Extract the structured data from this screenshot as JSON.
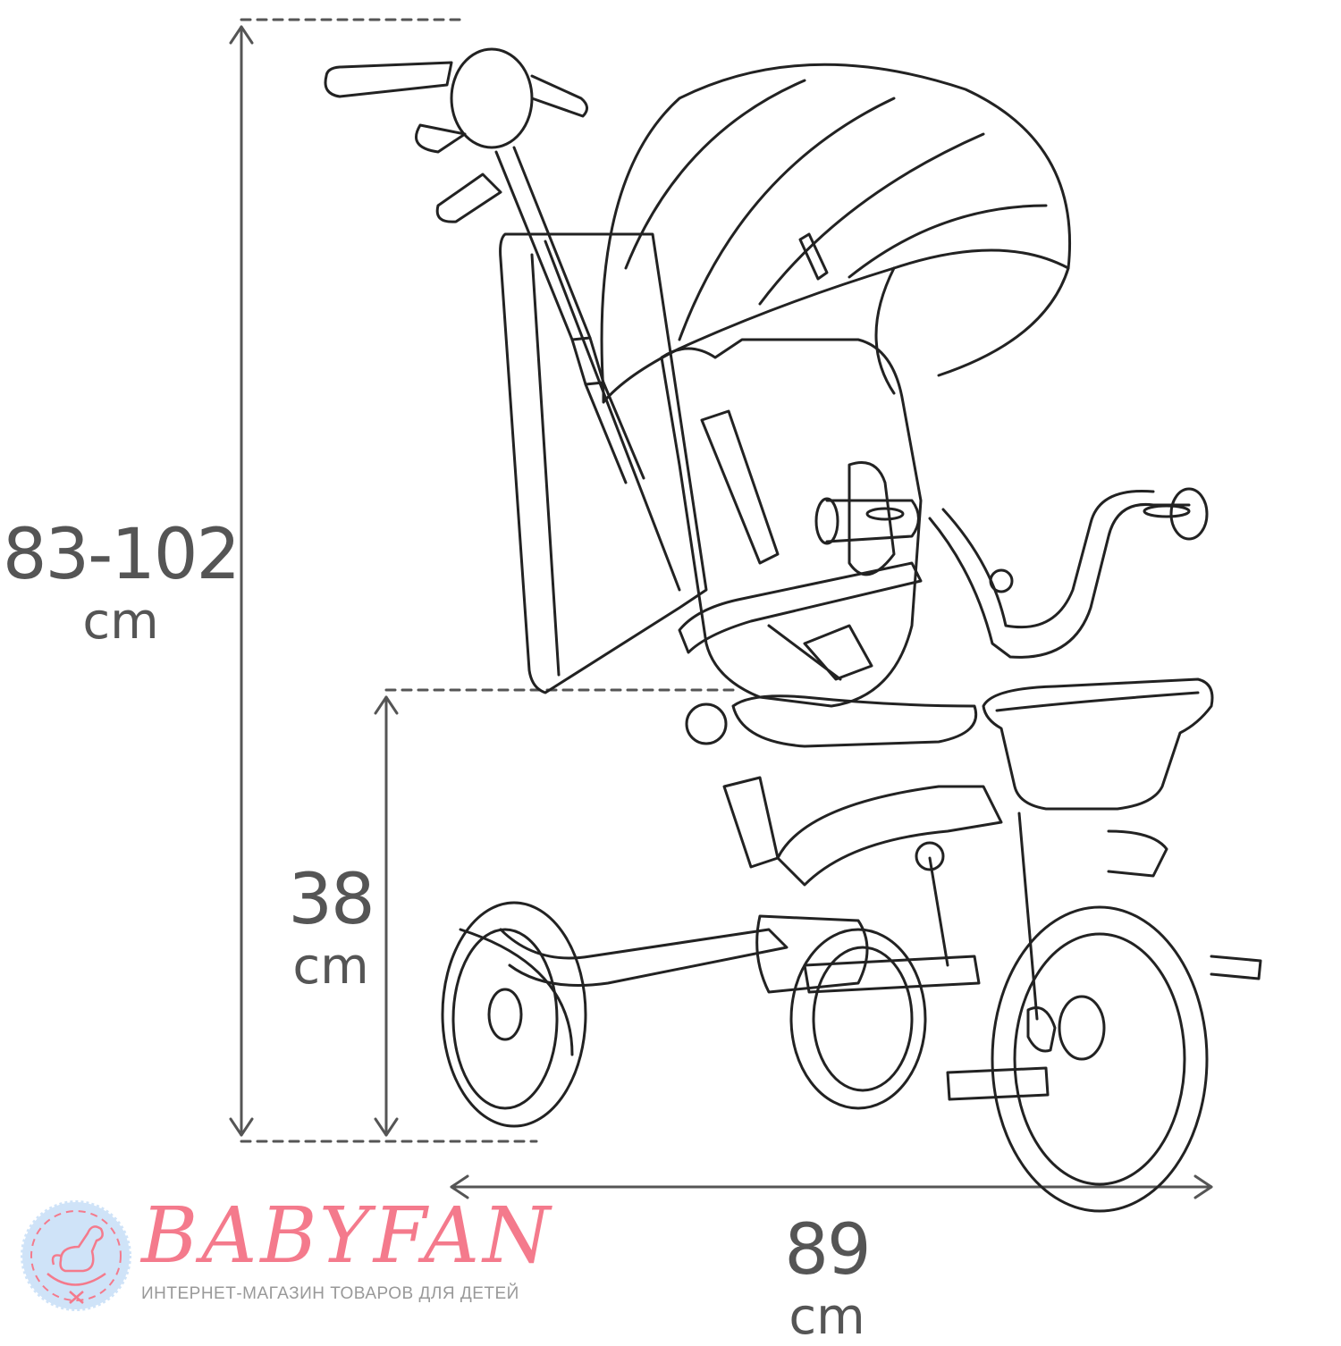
{
  "dimensions": {
    "height": {
      "value": "83-102",
      "unit": "cm"
    },
    "seat_height": {
      "value": "38",
      "unit": "cm"
    },
    "length": {
      "value": "89",
      "unit": "cm"
    }
  },
  "brand": {
    "name": "BABYFAN",
    "tagline": "ИНТЕРНЕТ-МАГАЗИН ТОВАРОВ ДЛЯ ДЕТЕЙ",
    "colors": {
      "primary": "#f47a8c",
      "badge": "#cfe3f8",
      "tagline": "#999999"
    }
  },
  "colors": {
    "line": "#222222",
    "dimension": "#555555"
  }
}
